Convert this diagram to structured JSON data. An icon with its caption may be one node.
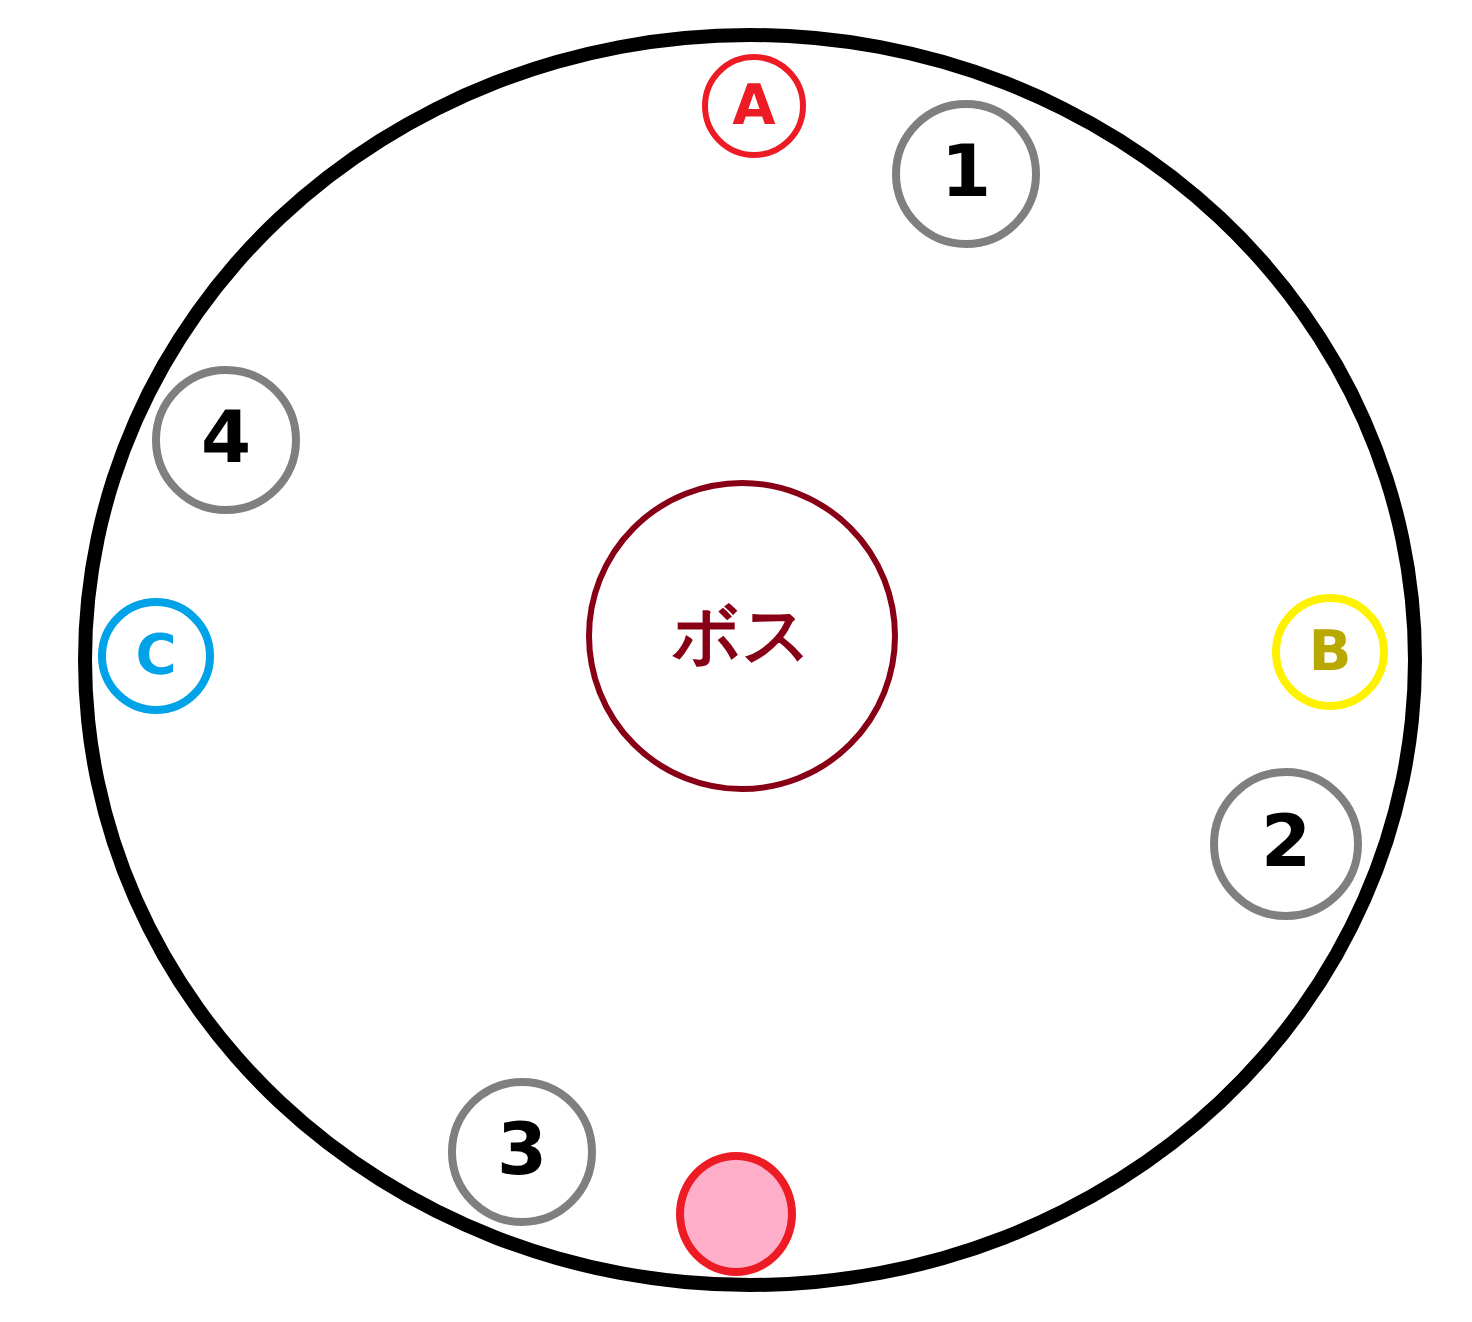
{
  "diagram": {
    "nodes": [
      {
        "text": [],
        "shape": "circle"
      },
      {
        "text": [
          "A"
        ],
        "in": 0
      },
      {
        "text": [
          "1"
        ],
        "in": 0
      },
      {
        "text": [
          "4"
        ],
        "in": 0
      },
      {
        "text": [
          "C"
        ],
        "in": 0
      },
      {
        "text": [
          "ボス"
        ],
        "in": 0
      },
      {
        "text": [
          "B"
        ],
        "in": 0
      },
      {
        "text": [
          "2"
        ],
        "in": 0
      },
      {
        "text": [
          "3"
        ],
        "in": 0
      },
      {
        "text": [],
        "shape": "circle",
        "in": 0
      }
    ]
  }
}
